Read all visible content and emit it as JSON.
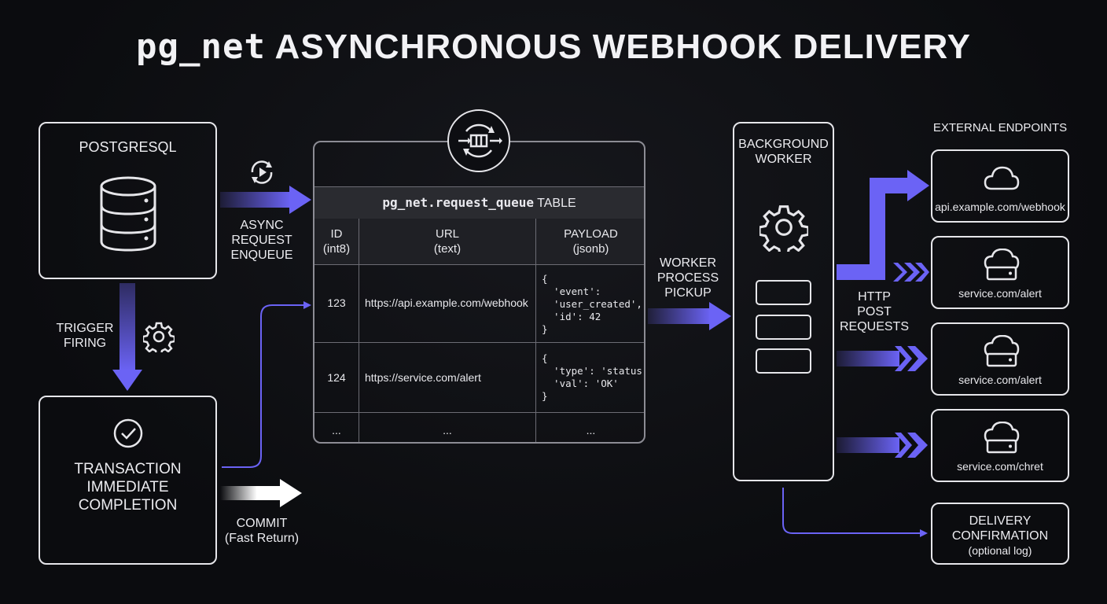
{
  "title": {
    "mono_part": "pg_net",
    "text_part": "ASYNCHRONOUS WEBHOOK DELIVERY"
  },
  "postgres": {
    "label": "POSTGRESQL"
  },
  "trigger": {
    "line1": "TRIGGER",
    "line2": "FIRING"
  },
  "transaction": {
    "line1": "TRANSACTION",
    "line2": "IMMEDIATE",
    "line3": "COMPLETION"
  },
  "commit": {
    "line1": "COMMIT",
    "line2": "(Fast Return)"
  },
  "enqueue": {
    "line1": "ASYNC",
    "line2": "REQUEST",
    "line3": "ENQUEUE"
  },
  "queue_table": {
    "name": "pg_net.request_queue",
    "suffix": "TABLE",
    "columns": [
      {
        "name": "ID",
        "type": "(int8)"
      },
      {
        "name": "URL",
        "type": "(text)"
      },
      {
        "name": "PAYLOAD",
        "type": "(jsonb)"
      }
    ],
    "rows": [
      {
        "id": "123",
        "url": "https://api.example.com/webhook",
        "payload": "{\n  'event':\n  'user_created',\n  'id': 42\n}"
      },
      {
        "id": "124",
        "url": "https://service.com/alert",
        "payload": "{\n  'type': 'status',\n  'val': 'OK'\n}"
      },
      {
        "id": "...",
        "url": "...",
        "payload": "..."
      }
    ]
  },
  "pickup": {
    "line1": "WORKER",
    "line2": "PROCESS",
    "line3": "PICKUP"
  },
  "worker": {
    "line1": "BACKGROUND",
    "line2": "WORKER"
  },
  "http": {
    "line1": "HTTP",
    "line2": "POST",
    "line3": "REQUESTS"
  },
  "endpoints": {
    "heading": "EXTERNAL ENDPOINTS",
    "items": [
      {
        "label": "api.example.com/webhook",
        "icon": "cloud-icon"
      },
      {
        "label": "service.com/alert",
        "icon": "cloud-server-icon"
      },
      {
        "label": "service.com/alert",
        "icon": "cloud-server-icon"
      },
      {
        "label": "service.com/chret",
        "icon": "cloud-server-icon"
      }
    ]
  },
  "confirmation": {
    "line1": "DELIVERY",
    "line2": "CONFIRMATION",
    "line3": "(optional log)"
  },
  "colors": {
    "accent": "#6b63f5",
    "stroke": "#e6e6ea",
    "background": "#0b0c0f"
  }
}
